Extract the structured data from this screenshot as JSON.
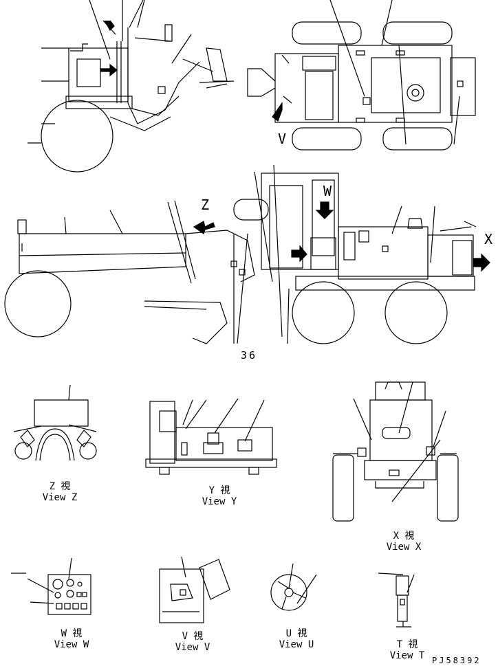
{
  "callout": "36",
  "drawing_code": "PJ58392",
  "views": [
    {
      "id": "z",
      "jp": "Z 視",
      "en": "View Z"
    },
    {
      "id": "y",
      "jp": "Y 視",
      "en": "View Y"
    },
    {
      "id": "x",
      "jp": "X 視",
      "en": "View X"
    },
    {
      "id": "w",
      "jp": "W 視",
      "en": "View W"
    },
    {
      "id": "v",
      "jp": "V 視",
      "en": "View V"
    },
    {
      "id": "u",
      "jp": "U 視",
      "en": "View U"
    },
    {
      "id": "t",
      "jp": "T 視",
      "en": "View T"
    }
  ],
  "arrow_letters": {
    "v": "V",
    "w": "W",
    "z": "Z",
    "x": "X"
  }
}
